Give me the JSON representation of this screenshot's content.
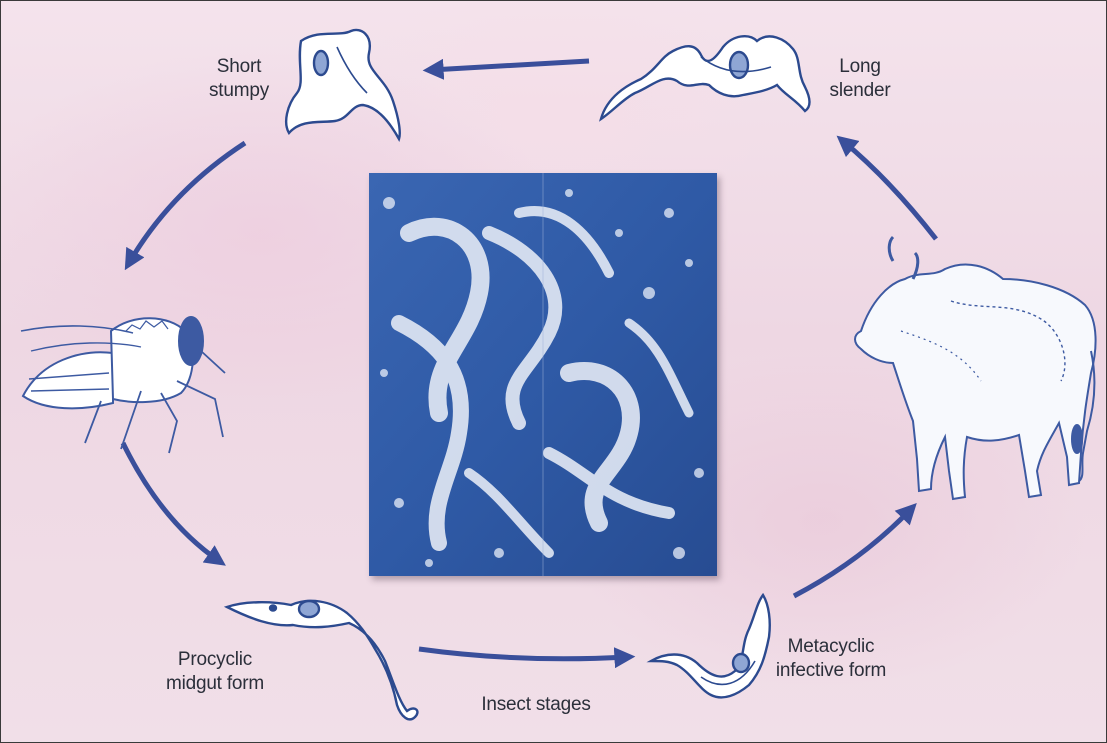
{
  "labels": {
    "short_stumpy": [
      "Short",
      "stumpy"
    ],
    "long_slender": [
      "Long",
      "slender"
    ],
    "procyclic": [
      "Procyclic",
      "midgut form"
    ],
    "metacyclic": [
      "Metacyclic",
      "infective form"
    ],
    "insect_stages": "Insect stages"
  },
  "colors": {
    "arrow": "#3a4f9b",
    "parasite_outline": "#2c4a8f",
    "micrograph_bg": "#2f5aa6",
    "micrograph_cells": "#dfe6f3",
    "animal_ink": "#3d5aa2",
    "background": "#f0dde7"
  },
  "icons": {
    "tsetse_fly": "fly-icon",
    "cattle": "cow-icon",
    "micrograph": "scanning-electron-micrograph"
  }
}
